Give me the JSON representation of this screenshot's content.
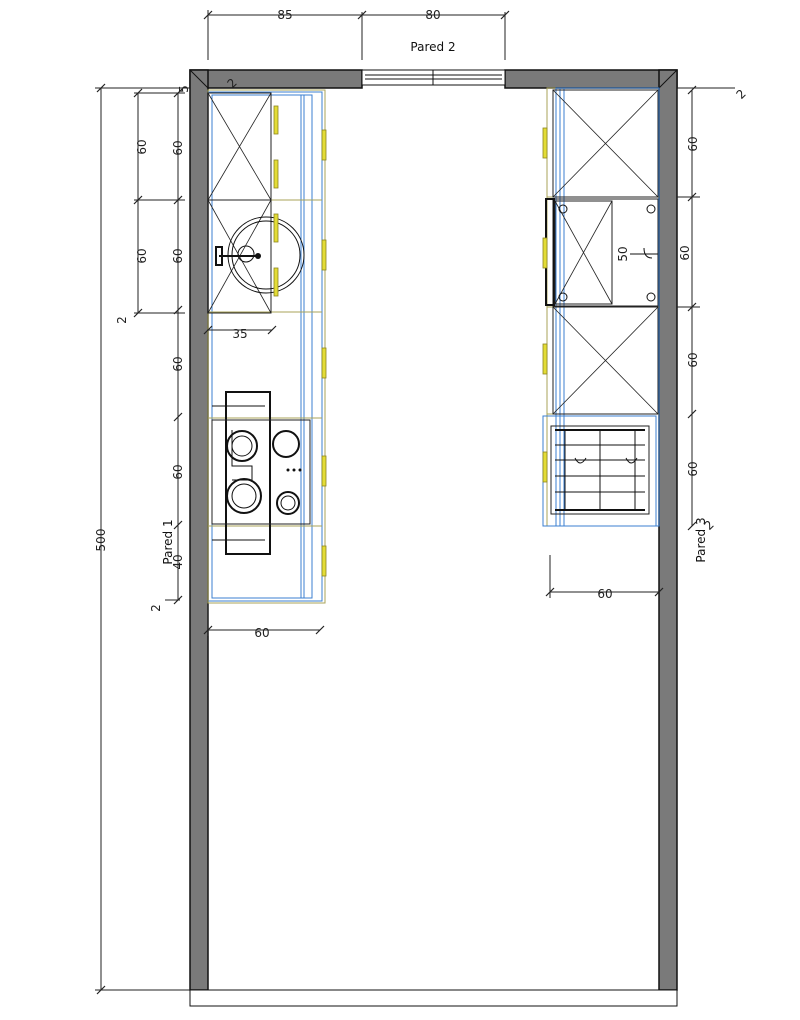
{
  "walls": {
    "left_label": "Pared 1",
    "top_label": "Pared 2",
    "right_label": "Pared 3",
    "wall_color": "#7a7a7a"
  },
  "dimensions": {
    "top": [
      "85",
      "80"
    ],
    "total_height": "500",
    "left_outer": [
      "60",
      "60"
    ],
    "left_inner": [
      "60",
      "60",
      "60",
      "60",
      "40"
    ],
    "left_small": [
      "5",
      "2",
      "2",
      "2"
    ],
    "sink_depth": "35",
    "left_depth": "60",
    "right": [
      "60",
      "60",
      "60",
      "60"
    ],
    "right_small": [
      "2",
      "2"
    ],
    "right_inner": "50",
    "right_depth": "60"
  },
  "colors": {
    "cabinet_outline": "#222222",
    "front_blue": "#3b7fd0",
    "front_olive": "#a8a35a",
    "handle": "#e3dc36"
  },
  "objects": [
    "sink",
    "cooktop",
    "oven",
    "dishwasher"
  ]
}
